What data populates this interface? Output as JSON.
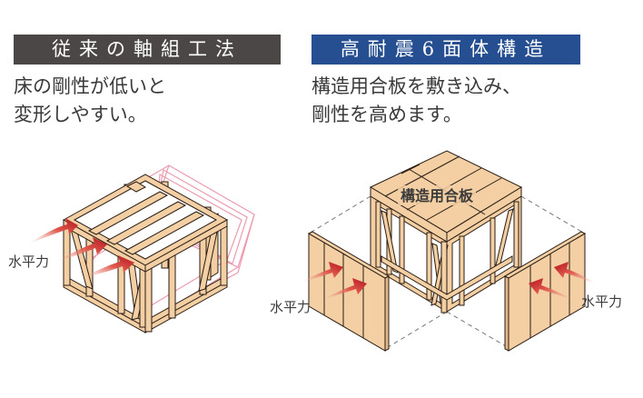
{
  "left": {
    "title": "従来の軸組工法",
    "description": [
      "床の剛性が低いと",
      "変形しやすい。"
    ],
    "force_label": "水平力",
    "title_bg": "#4a4746"
  },
  "right": {
    "title": "高耐震6面体構造",
    "description": [
      "構造用合板を敷き込み、",
      "剛性を高めます。"
    ],
    "top_label": "構造用合板",
    "force_label_left": "水平力",
    "force_label_right": "水平力",
    "title_bg": "#264f91"
  },
  "colors": {
    "wood": "#f3cfa3",
    "wood_dark": "#e6b887",
    "outline": "#2a1d14",
    "deform": "#e88aa0",
    "arrow": "#c8232c"
  }
}
